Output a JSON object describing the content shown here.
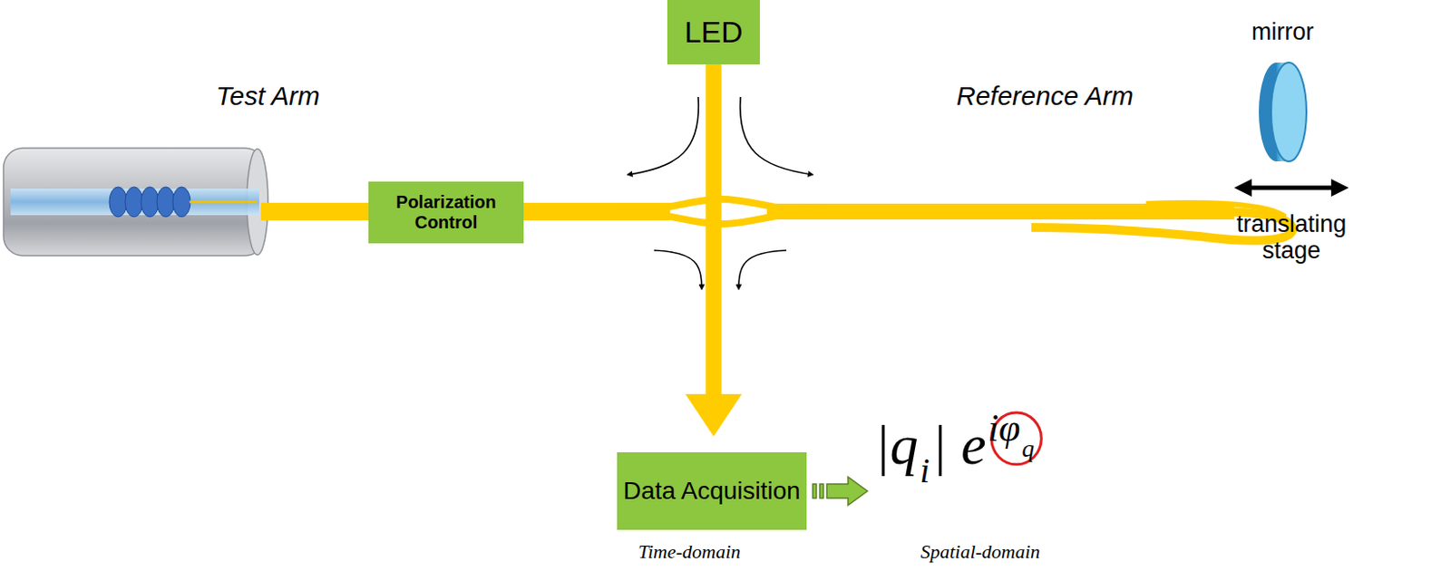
{
  "diagram": {
    "nodes": [
      {
        "text": [
          "LED"
        ]
      },
      {
        "text": [
          "Polarization Control"
        ]
      },
      {
        "text": [
          "Data Acquisition"
        ]
      }
    ],
    "edges": [
      {
        "from": 0,
        "to": 2,
        "arrow": "to"
      }
    ],
    "labels": [
      "Test Arm",
      "Reference Arm",
      "mirror",
      "translating stage",
      "Time-domain",
      "Spatial-domain",
      "|q",
      "i",
      "| e",
      "iφ",
      "q"
    ]
  }
}
